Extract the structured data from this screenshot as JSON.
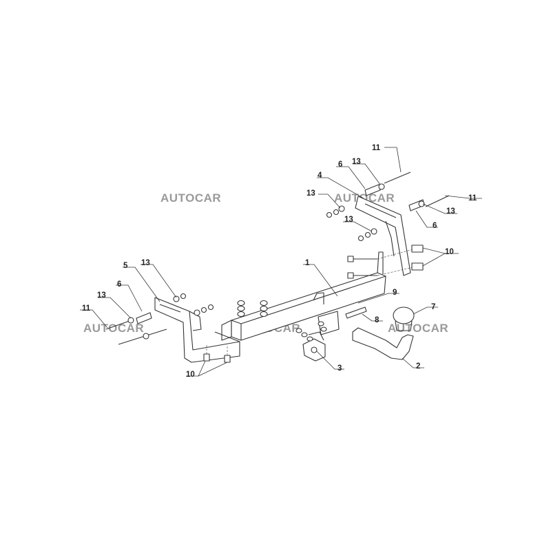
{
  "watermark": "AUTOCAR",
  "callouts": {
    "c1": "1",
    "c2": "2",
    "c3": "3",
    "c4": "4",
    "c5": "5",
    "c6a": "6",
    "c6b": "6",
    "c6c": "6",
    "c7": "7",
    "c8": "8",
    "c9": "9",
    "c10a": "10",
    "c10b": "10",
    "c11a": "11",
    "c11b": "11",
    "c11c": "11",
    "c13a": "13",
    "c13b": "13",
    "c13c": "13",
    "c13d": "13",
    "c13e": "13",
    "c13f": "13"
  }
}
